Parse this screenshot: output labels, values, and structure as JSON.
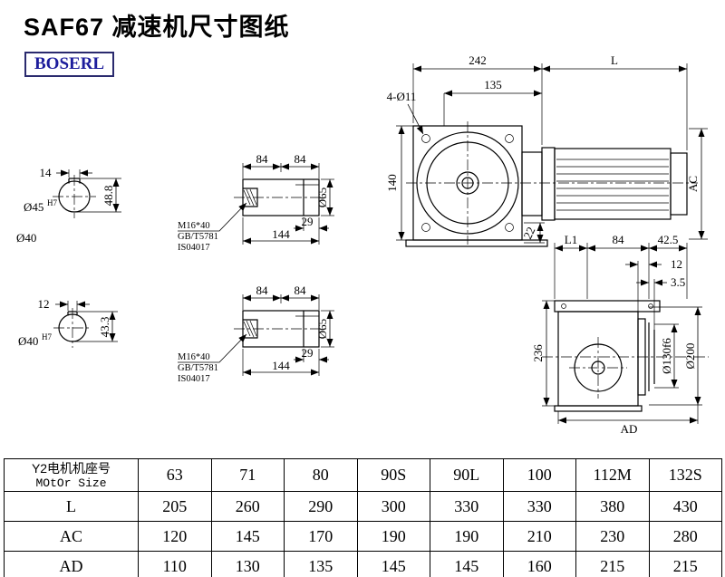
{
  "page": {
    "title": "SAF67 减速机尺寸图纸",
    "logo": "BOSERL"
  },
  "front_view": {
    "d242": "242",
    "dL": "L",
    "d135": "135",
    "bolt": "4-Ø11",
    "d140": "140",
    "dAC": "AC",
    "d22": "22"
  },
  "section_top": {
    "d14": "14",
    "d488": "48.8",
    "bore": "Ø45",
    "bore_fit": "H7",
    "d40": "Ø40"
  },
  "section_bottom": {
    "d12": "12",
    "d433": "43.3",
    "bore": "Ø40",
    "bore_fit": "H7"
  },
  "shaft_top": {
    "d84a": "84",
    "d84b": "84",
    "d29": "29",
    "d144": "144",
    "d65": "Ø65",
    "note1": "M16*40",
    "note2": "GB/T5781",
    "note3": "IS04017"
  },
  "shaft_bottom": {
    "d84a": "84",
    "d84b": "84",
    "d29": "29",
    "d144": "144",
    "d65": "Ø65",
    "note1": "M16*40",
    "note2": "GB/T5781",
    "note3": "IS04017"
  },
  "side_view": {
    "dL1": "L1",
    "d84": "84",
    "d425": "42.5",
    "d12": "12",
    "d35": "3.5",
    "d236": "236",
    "d130": "Ø130f6",
    "d200": "Ø200",
    "dAD": "AD"
  },
  "table": {
    "col0_line1": "Y2电机机座号",
    "col0_line2": "MOtOr Size",
    "sizes": [
      "63",
      "71",
      "80",
      "90S",
      "90L",
      "100",
      "112M",
      "132S"
    ],
    "rows": [
      {
        "label": "L",
        "values": [
          "205",
          "260",
          "290",
          "300",
          "330",
          "330",
          "380",
          "430"
        ]
      },
      {
        "label": "AC",
        "values": [
          "120",
          "145",
          "170",
          "190",
          "190",
          "210",
          "230",
          "280"
        ]
      },
      {
        "label": "AD",
        "values": [
          "110",
          "130",
          "135",
          "145",
          "145",
          "160",
          "215",
          "215"
        ]
      }
    ]
  }
}
